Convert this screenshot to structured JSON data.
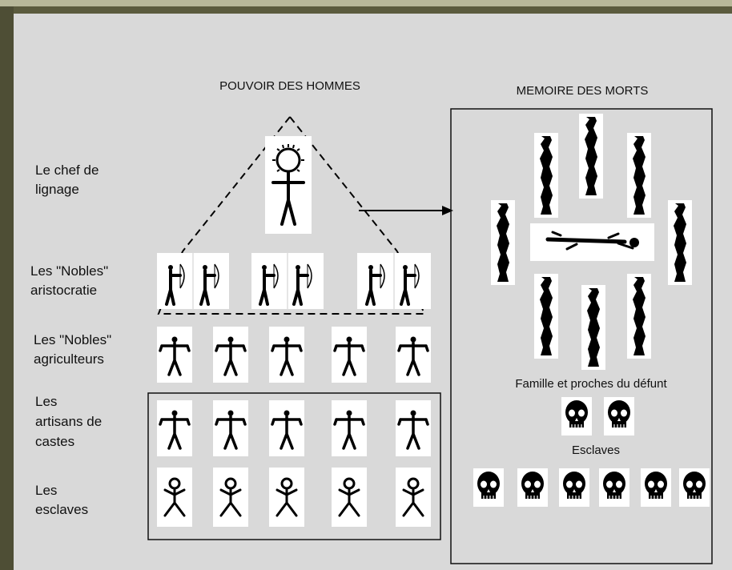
{
  "left_title": "POUVOIR DES HOMMES",
  "right_title": "MEMOIRE DES MORTS",
  "levels": {
    "chef": "Le chef de lignage",
    "nobles_aristocratie": "Les \"Nobles\" aristocratie",
    "nobles_agriculteurs": "Les \"Nobles\" agriculteurs",
    "artisans": "Les artisans de castes",
    "esclaves": "Les esclaves"
  },
  "famille_label": "Famille et proches du défunt",
  "esclaves_label": "Esclaves",
  "colors": {
    "background": "#d9d9d9",
    "figure": "#000000",
    "card": "#ffffff",
    "frame": "#5b5b3e"
  }
}
